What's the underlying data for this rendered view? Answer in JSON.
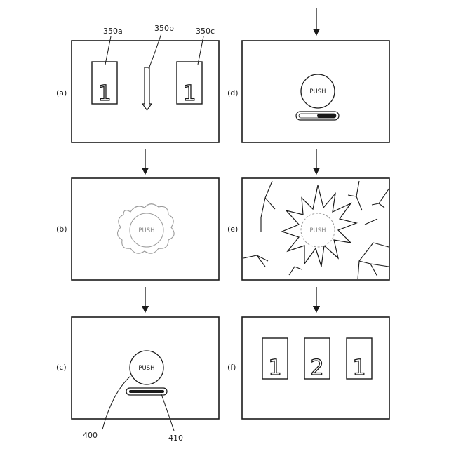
{
  "panel_labels": {
    "a": "(a)",
    "b": "(b)",
    "c": "(c)",
    "d": "(d)",
    "e": "(e)",
    "f": "(f)"
  },
  "reference_numerals": {
    "reel_left": "350a",
    "center_arrow": "350b",
    "reel_right": "350c",
    "push_button": "400",
    "gauge": "410"
  },
  "button_text": "PUSH",
  "panel_a": {
    "reels": [
      "1",
      "1"
    ]
  },
  "panel_f": {
    "reels": [
      "1",
      "2",
      "1"
    ]
  }
}
